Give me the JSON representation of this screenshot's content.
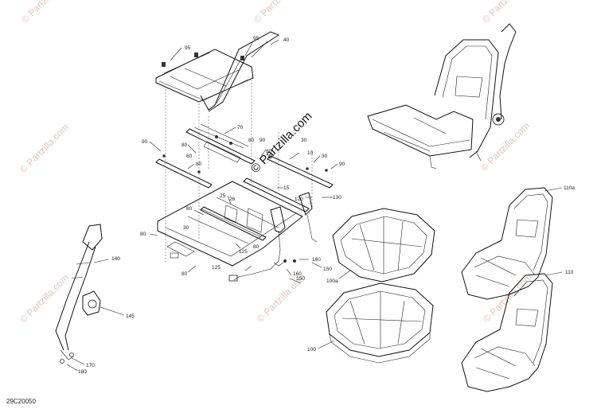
{
  "watermark": {
    "text": "© Partzilla.com"
  },
  "center_watermark": "© Partzilla.com",
  "diagram_code": "29C20050",
  "callouts": [
    {
      "id": "c95a",
      "text": "95"
    },
    {
      "id": "c95b",
      "text": "95"
    },
    {
      "id": "c40",
      "text": "40"
    },
    {
      "id": "c90a",
      "text": "90"
    },
    {
      "id": "c80a",
      "text": "80"
    },
    {
      "id": "c70",
      "text": "70"
    },
    {
      "id": "c80b",
      "text": "80"
    },
    {
      "id": "c90b",
      "text": "90"
    },
    {
      "id": "c80c",
      "text": "80"
    },
    {
      "id": "c60",
      "text": "60"
    },
    {
      "id": "c80d",
      "text": "80"
    },
    {
      "id": "c30a",
      "text": "30"
    },
    {
      "id": "c10",
      "text": "10"
    },
    {
      "id": "c30b",
      "text": "30"
    },
    {
      "id": "c90c",
      "text": "90"
    },
    {
      "id": "c15",
      "text": "15"
    },
    {
      "id": "c25",
      "text": "25"
    },
    {
      "id": "c26",
      "text": "26"
    },
    {
      "id": "c80e",
      "text": "80"
    },
    {
      "id": "c80f",
      "text": "80"
    },
    {
      "id": "c30c",
      "text": "30"
    },
    {
      "id": "c80g",
      "text": "80"
    },
    {
      "id": "c80h",
      "text": "80"
    },
    {
      "id": "c120",
      "text": "120"
    },
    {
      "id": "c130",
      "text": "130"
    },
    {
      "id": "c125a",
      "text": "125"
    },
    {
      "id": "c125b",
      "text": "125"
    },
    {
      "id": "c160a",
      "text": "160"
    },
    {
      "id": "c160b",
      "text": "160"
    },
    {
      "id": "c150a",
      "text": "150"
    },
    {
      "id": "c150b",
      "text": "150"
    },
    {
      "id": "c140",
      "text": "140"
    },
    {
      "id": "c145",
      "text": "145"
    },
    {
      "id": "c170",
      "text": "170"
    },
    {
      "id": "c180",
      "text": "180"
    },
    {
      "id": "c100a",
      "text": "100a"
    },
    {
      "id": "c100",
      "text": "100"
    },
    {
      "id": "c110a",
      "text": "110a"
    },
    {
      "id": "c110",
      "text": "110"
    }
  ]
}
